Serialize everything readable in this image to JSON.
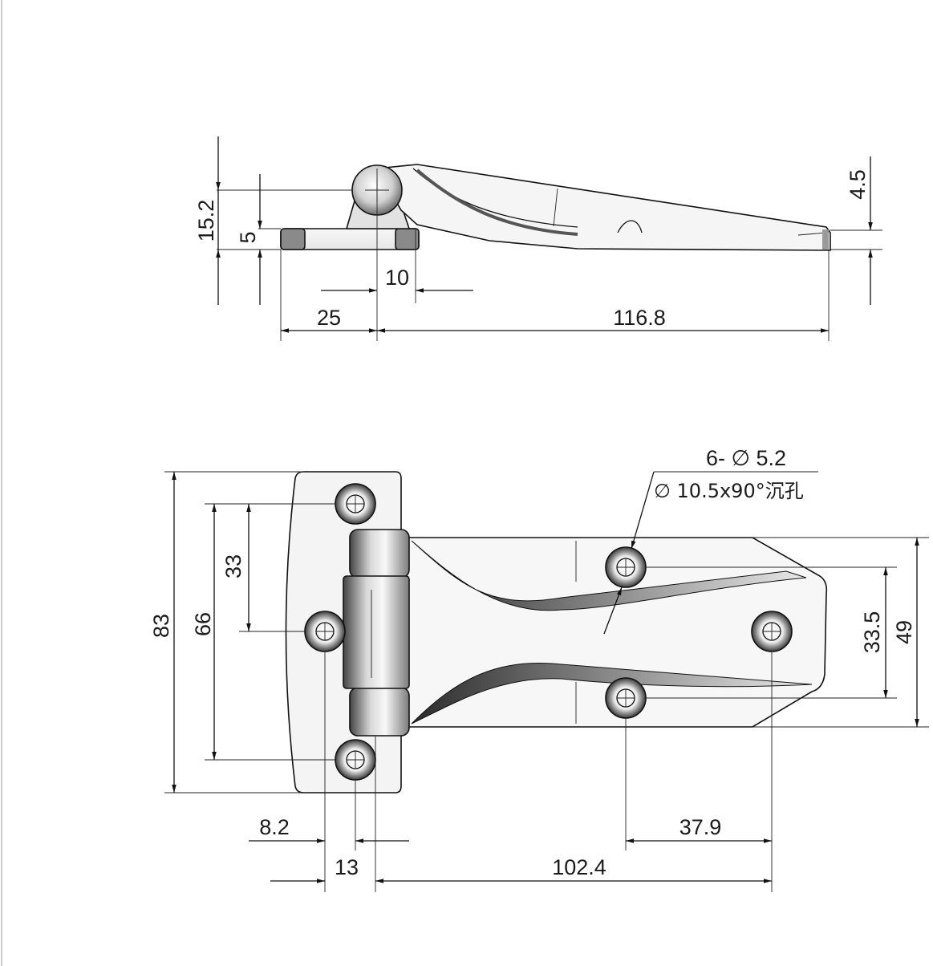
{
  "drawing": {
    "side_view": {
      "dims": {
        "height_total": "15.2",
        "plate_thickness": "5",
        "pin_offset": "10",
        "left_length": "25",
        "arm_length": "116.8",
        "tip_thickness": "4.5"
      }
    },
    "top_view": {
      "dims": {
        "overall_height": "83",
        "outer_hole_spacing": "66",
        "half_hole_spacing": "33",
        "leaf_hole_spacing": "33.5",
        "leaf_width": "49",
        "edge_offset": "8.2",
        "pin_width": "13",
        "hole_to_hole_length": "102.4",
        "leaf_hole_offset": "37.9"
      },
      "hole_note": {
        "line1": "6- ∅ 5.2",
        "line2": "∅ 10.5x90°沉孔"
      }
    }
  },
  "colors": {
    "line": "#111111",
    "metal_light": "#f4f4f4",
    "metal_dark": "#6e6e6e"
  }
}
